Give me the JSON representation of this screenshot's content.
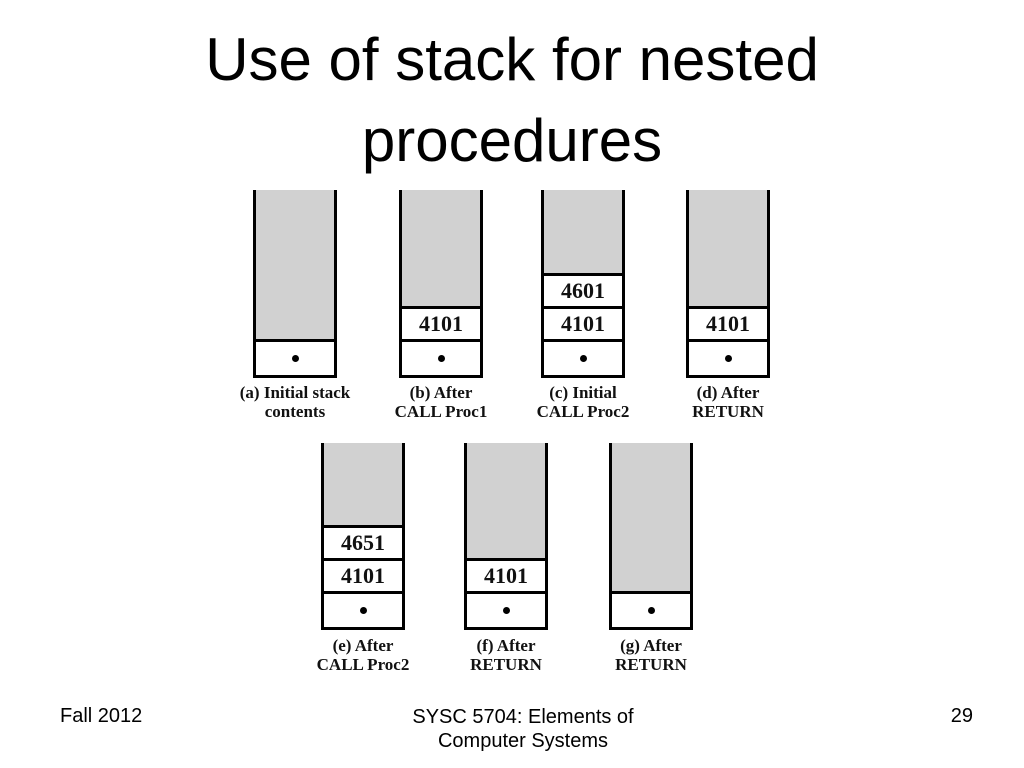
{
  "title": {
    "line1": "Use of stack for nested",
    "line2": "procedures"
  },
  "figure": {
    "description": "Seven stack snapshots showing stack contents during nested procedure CALL and RETURN",
    "colors": {
      "free_space_fill": "#d1d1d1",
      "border": "#000000",
      "background": "#ffffff"
    },
    "icons": {
      "stack_base_marker": "filled-dot"
    }
  },
  "stacks": {
    "a": {
      "label1": "(a) Initial stack",
      "label2": "contents",
      "cells": []
    },
    "b": {
      "label1": "(b) After",
      "label2": "CALL Proc1",
      "cells": [
        "4101"
      ]
    },
    "c": {
      "label1": "(c) Initial",
      "label2": "CALL Proc2",
      "cells": [
        "4601",
        "4101"
      ]
    },
    "d": {
      "label1": "(d) After",
      "label2": "RETURN",
      "cells": [
        "4101"
      ]
    },
    "e": {
      "label1": "(e) After",
      "label2": "CALL Proc2",
      "cells": [
        "4651",
        "4101"
      ]
    },
    "f": {
      "label1": "(f) After",
      "label2": "RETURN",
      "cells": [
        "4101"
      ]
    },
    "g": {
      "label1": "(g) After",
      "label2": "RETURN",
      "cells": []
    }
  },
  "footer": {
    "left": "Fall 2012",
    "center_line1": "SYSC 5704: Elements of",
    "center_line2": "Computer Systems",
    "page_number": "29"
  }
}
